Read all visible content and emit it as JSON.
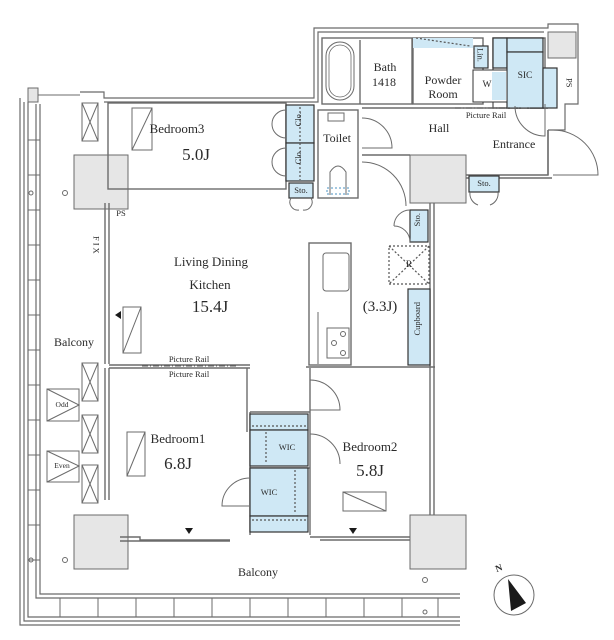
{
  "plan": {
    "colors": {
      "wall": "#6b6b6b",
      "wall_fill": "#f2f2f2",
      "storage_fill": "#cfe8f5",
      "column_fill": "#e6e6e6",
      "text": "#2a2a2a",
      "compass": "#1a1a1a"
    },
    "rooms": {
      "bedroom3": {
        "name": "Bedroom3",
        "area": "5.0J"
      },
      "ldk": {
        "name_line1": "Living Dining",
        "name_line2": "Kitchen",
        "area": "15.4J"
      },
      "kitchen": {
        "area": "(3.3J)"
      },
      "bedroom1": {
        "name": "Bedroom1",
        "area": "6.8J"
      },
      "bedroom2": {
        "name": "Bedroom2",
        "area": "5.8J"
      },
      "bath": {
        "name": "Bath",
        "size": "1418"
      },
      "powder_room": {
        "line1": "Powder",
        "line2": "Room"
      },
      "toilet": {
        "name": "Toilet"
      },
      "hall": {
        "name": "Hall"
      },
      "entrance": {
        "name": "Entrance"
      },
      "balcony_west": {
        "name": "Balcony"
      },
      "balcony_south": {
        "name": "Balcony"
      }
    },
    "storage": {
      "clo_1": "Clo.",
      "clo_2": "Clo.",
      "sto_bedroom3": "Sto.",
      "sto_entrance": "Sto.",
      "sto_kitchen": "Sto.",
      "sic": "SIC",
      "lin": "Lin.",
      "washer": "W",
      "fridge": "R",
      "cupboard": "Cupboard",
      "wic_1": "WIC",
      "wic_2": "WIC"
    },
    "annotations": {
      "picture_rail_hall": "Picture Rail",
      "picture_rail_ldk": "Picture Rail",
      "picture_rail_bedroom1": "Picture Rail",
      "ps_entrance": "PS",
      "ps_west": "PS",
      "fix": "FIX",
      "odd": "Odd",
      "even": "Even"
    },
    "compass": {
      "label": "N"
    }
  }
}
